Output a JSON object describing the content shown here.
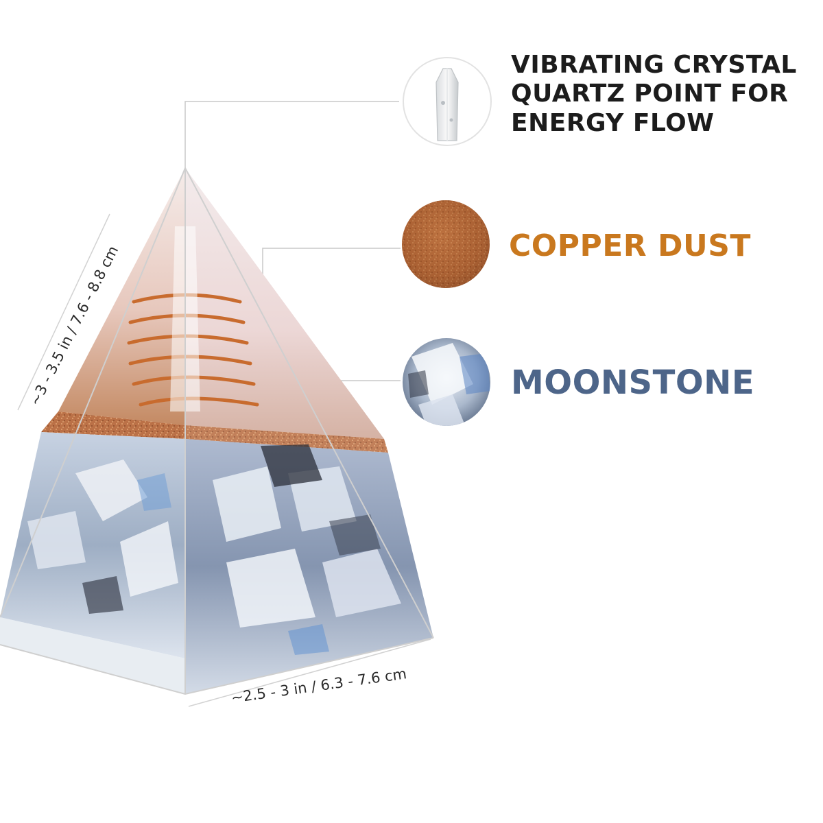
{
  "callouts": {
    "quartz": {
      "line1": "VIBRATING CRYSTAL",
      "line2": "QUARTZ POINT FOR",
      "line3": "ENERGY FLOW",
      "color": "#1c1c1c",
      "icon": "quartz-point-icon"
    },
    "copper": {
      "label": "COPPER DUST",
      "color": "#c9781e",
      "icon": "copper-dust-icon"
    },
    "moonstone": {
      "label": "MOONSTONE",
      "color": "#4d6589",
      "icon": "moonstone-icon"
    }
  },
  "dimensions": {
    "height": "~3 - 3.5 in / 7.6 - 8.8 cm",
    "base": "~2.5 - 3 in / 6.3 - 7.6 cm"
  },
  "colors": {
    "copper": "#c9781e",
    "moonstone": "#4d6589",
    "pyramid_edge": "#cfcfcf"
  }
}
